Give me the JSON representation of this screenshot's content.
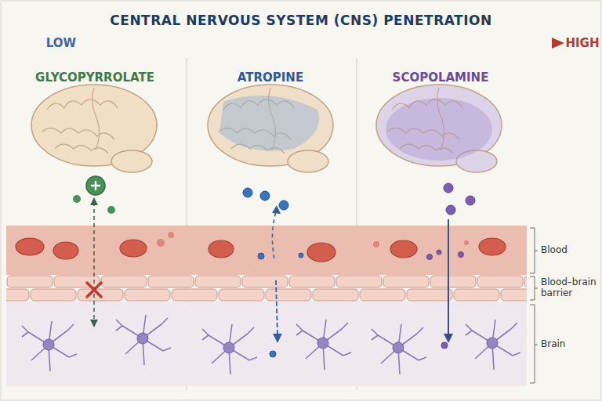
{
  "diagram": {
    "title": "CENTRAL NERVOUS SYSTEM (CNS) PENETRATION",
    "labels": [
      "LOW",
      "HIGH",
      "GLYCOPYRROLATE",
      "ATROPINE",
      "SCOPOLAMINE",
      "Blood",
      "Blood–brain barrier",
      "Brain"
    ]
  }
}
